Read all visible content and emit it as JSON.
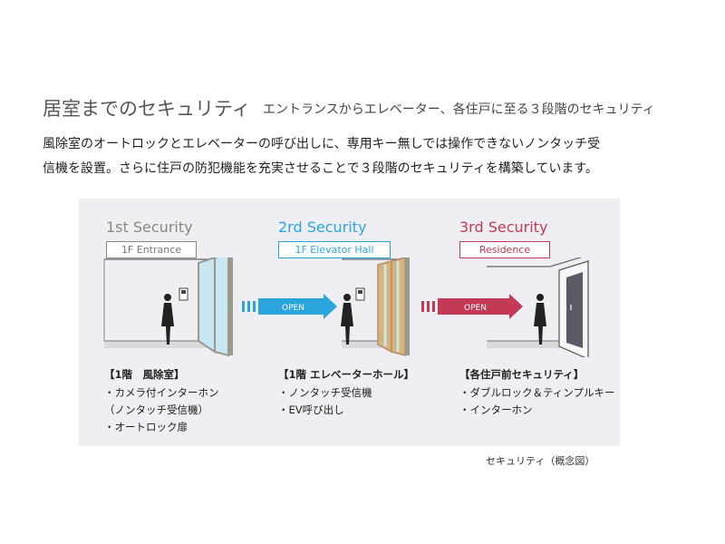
{
  "header": {
    "title": "居室までのセキュリティ",
    "subtitle": "エントランスからエレベーター、各住戸に至る３段階のセキュリティ"
  },
  "lead": [
    "風除室のオートロックとエレベーターの呼び出しに、専用キー無しでは操作できないノンタッチ受",
    "信機を設置。さらに住戸の防犯機能を充実させることで３段階のセキュリティを構築しています。"
  ],
  "sections": [
    {
      "title": "1st Security",
      "location": "1F Entrance",
      "color": "#8a8a80",
      "heading": "【1階　風除室】",
      "items": [
        "・カメラ付インターホン",
        "（ノンタッチ受信機）",
        "・オートロック扉"
      ]
    },
    {
      "title": "2rd Security",
      "location": "1F Elevator Hall",
      "color": "#2aa4dd",
      "heading": "【1階 エレベーターホール】",
      "items": [
        "・ノンタッチ受信機",
        "・EV呼び出し"
      ]
    },
    {
      "title": "3rd Security",
      "location": "Residence",
      "color": "#c23a55",
      "heading": "【各住戸前セキュリティ】",
      "items": [
        "・ダブルロック＆ティンプルキー",
        "・インターホン"
      ]
    }
  ],
  "arrows": [
    {
      "label": "OPEN",
      "color": "#2aa4dd"
    },
    {
      "label": "OPEN",
      "color": "#c23a55"
    }
  ],
  "caption": "セキュリティ（概念図）"
}
